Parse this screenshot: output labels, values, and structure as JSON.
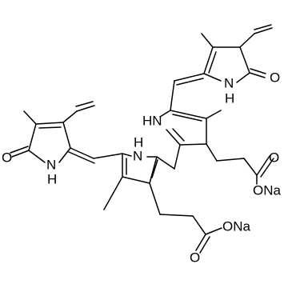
{
  "figure": {
    "background": "#ffffff",
    "bond_color": "#000000",
    "labels": {
      "o_top_right": "O",
      "nh_top_n": "N",
      "nh_top_h": "H",
      "hn_center": "HN",
      "o_carbonyl_right": "O",
      "ona_right": "ONa",
      "h_left_pyrrole": "H",
      "n_left_pyrrole": "N",
      "o_left_lactam": "O",
      "nh_left_n": "N",
      "nh_left_h": "H",
      "ona_bottom": "ONa",
      "o_carbonyl_bottom": "O"
    }
  }
}
